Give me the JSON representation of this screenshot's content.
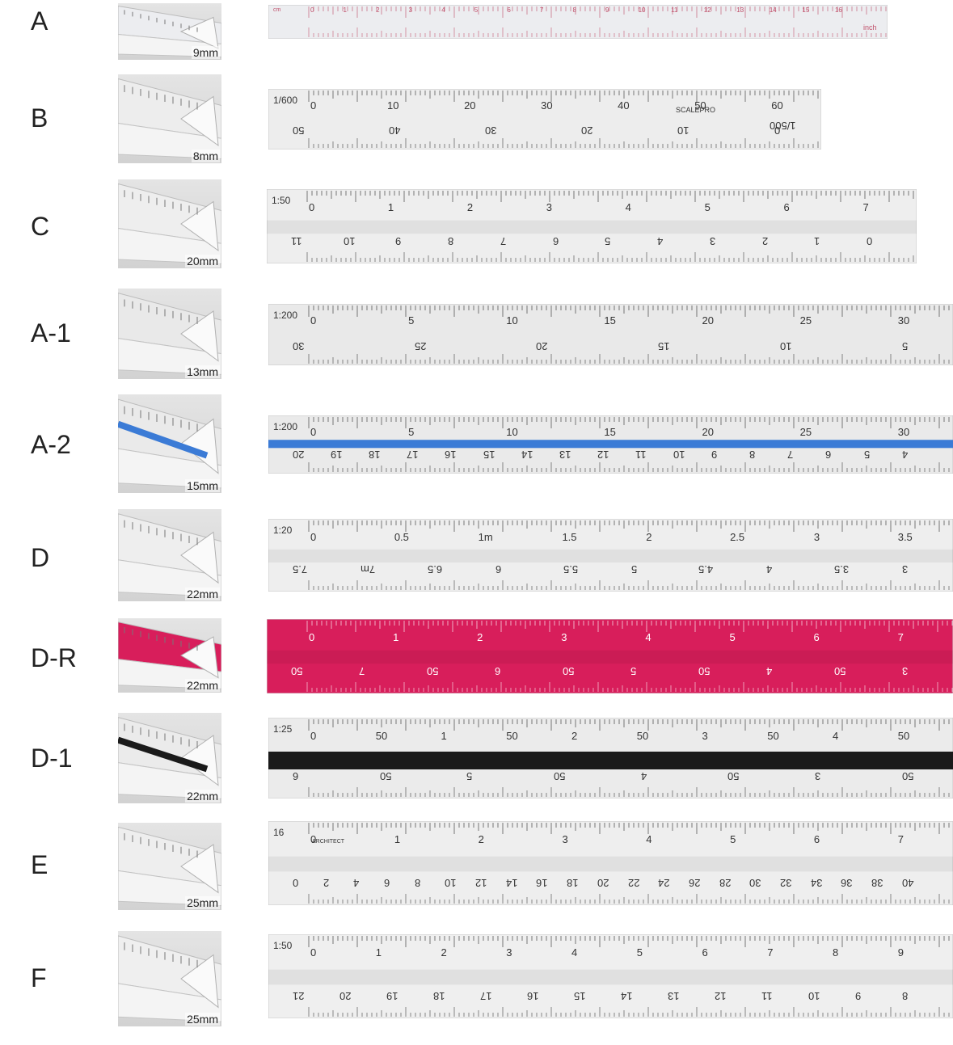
{
  "rulers": [
    {
      "code": "A",
      "size": "9mm",
      "color": "#ecedf0",
      "accent": "#c0506a",
      "stripe": "",
      "top_scale": "cm",
      "top_nums": [
        "0",
        "1",
        "2",
        "3",
        "4",
        "5",
        "6",
        "7",
        "8",
        "9",
        "10",
        "11",
        "12",
        "13",
        "14",
        "15",
        "16"
      ],
      "bottom_nums": [],
      "brand": "inch",
      "tall": false
    },
    {
      "code": "B",
      "size": "8mm",
      "color": "#ededed",
      "accent": "#333333",
      "stripe": "",
      "top_scale": "1/600",
      "top_nums": [
        "0",
        "10",
        "20",
        "30",
        "40",
        "50",
        "60"
      ],
      "bottom_nums": [
        "50",
        "40",
        "30",
        "20",
        "10",
        "0"
      ],
      "brand": "SCALEPRO",
      "bottom_scale": "1/500",
      "tall": false
    },
    {
      "code": "C",
      "size": "20mm",
      "color": "#eeeeee",
      "accent": "#333333",
      "stripe": "",
      "top_scale": "1:50",
      "top_nums": [
        "0",
        "1",
        "2",
        "3",
        "4",
        "5",
        "6",
        "7"
      ],
      "bottom_nums": [
        "11",
        "10",
        "9",
        "8",
        "7",
        "6",
        "5",
        "4",
        "3",
        "2",
        "1",
        "0"
      ],
      "tall": true
    },
    {
      "code": "A-1",
      "size": "13mm",
      "color": "#e9e9e9",
      "accent": "#333333",
      "stripe": "",
      "top_scale": "1:200",
      "top_nums": [
        "0",
        "5",
        "10",
        "15",
        "20",
        "25",
        "30"
      ],
      "bottom_nums": [
        "30",
        "25",
        "20",
        "15",
        "10",
        "5"
      ],
      "tall": false
    },
    {
      "code": "A-2",
      "size": "15mm",
      "color": "#eaeaea",
      "accent": "#333333",
      "stripe": "#3b7bd6",
      "top_scale": "1:200",
      "top_nums": [
        "0",
        "5",
        "10",
        "15",
        "20",
        "25",
        "30"
      ],
      "bottom_nums": [
        "20",
        "19",
        "18",
        "17",
        "16",
        "15",
        "14",
        "13",
        "12",
        "11",
        "10",
        "9",
        "8",
        "7",
        "6",
        "5",
        "4"
      ],
      "tall": false
    },
    {
      "code": "D",
      "size": "22mm",
      "color": "#eeeeee",
      "accent": "#333333",
      "stripe": "",
      "top_scale": "1:20",
      "top_nums": [
        "0",
        "0.5",
        "1m",
        "1.5",
        "2",
        "2.5",
        "3",
        "3.5"
      ],
      "bottom_nums": [
        "7.5",
        "7m",
        "6.5",
        "6",
        "5.5",
        "5",
        "4.5",
        "4",
        "3.5",
        "3"
      ],
      "tall": true
    },
    {
      "code": "D-R",
      "size": "22mm",
      "color": "#d81e5b",
      "accent": "#ffffff",
      "stripe": "",
      "top_scale": "",
      "top_nums": [
        "0",
        "1",
        "2",
        "3",
        "4",
        "5",
        "6",
        "7"
      ],
      "bottom_nums": [
        "50",
        "7",
        "50",
        "6",
        "50",
        "5",
        "50",
        "4",
        "50",
        "3"
      ],
      "tall": true
    },
    {
      "code": "D-1",
      "size": "22mm",
      "color": "#ebebeb",
      "accent": "#333333",
      "stripe": "#1a1a1a",
      "top_scale": "1:25",
      "top_nums": [
        "0",
        "50",
        "1",
        "50",
        "2",
        "50",
        "3",
        "50",
        "4",
        "50"
      ],
      "bottom_nums": [
        "6",
        "50",
        "5",
        "50",
        "4",
        "50",
        "3",
        "50"
      ],
      "tall": true
    },
    {
      "code": "E",
      "size": "25mm",
      "color": "#eeeeee",
      "accent": "#333333",
      "stripe": "",
      "top_scale": "16",
      "top_nums": [
        "0",
        "1",
        "2",
        "3",
        "4",
        "5",
        "6",
        "7"
      ],
      "brand": "ARCHITECT",
      "bottom_nums": [
        "0",
        "2",
        "4",
        "6",
        "8",
        "10",
        "12",
        "14",
        "16",
        "18",
        "20",
        "22",
        "24",
        "26",
        "28",
        "30",
        "32",
        "34",
        "36",
        "38",
        "40"
      ],
      "tall": true
    },
    {
      "code": "F",
      "size": "25mm",
      "color": "#efefef",
      "accent": "#333333",
      "stripe": "",
      "top_scale": "1:50",
      "top_nums": [
        "0",
        "1",
        "2",
        "3",
        "4",
        "5",
        "6",
        "7",
        "8",
        "9"
      ],
      "bottom_nums": [
        "21",
        "20",
        "19",
        "18",
        "17",
        "16",
        "15",
        "14",
        "13",
        "12",
        "11",
        "10",
        "9",
        "8"
      ],
      "tall": true
    }
  ]
}
